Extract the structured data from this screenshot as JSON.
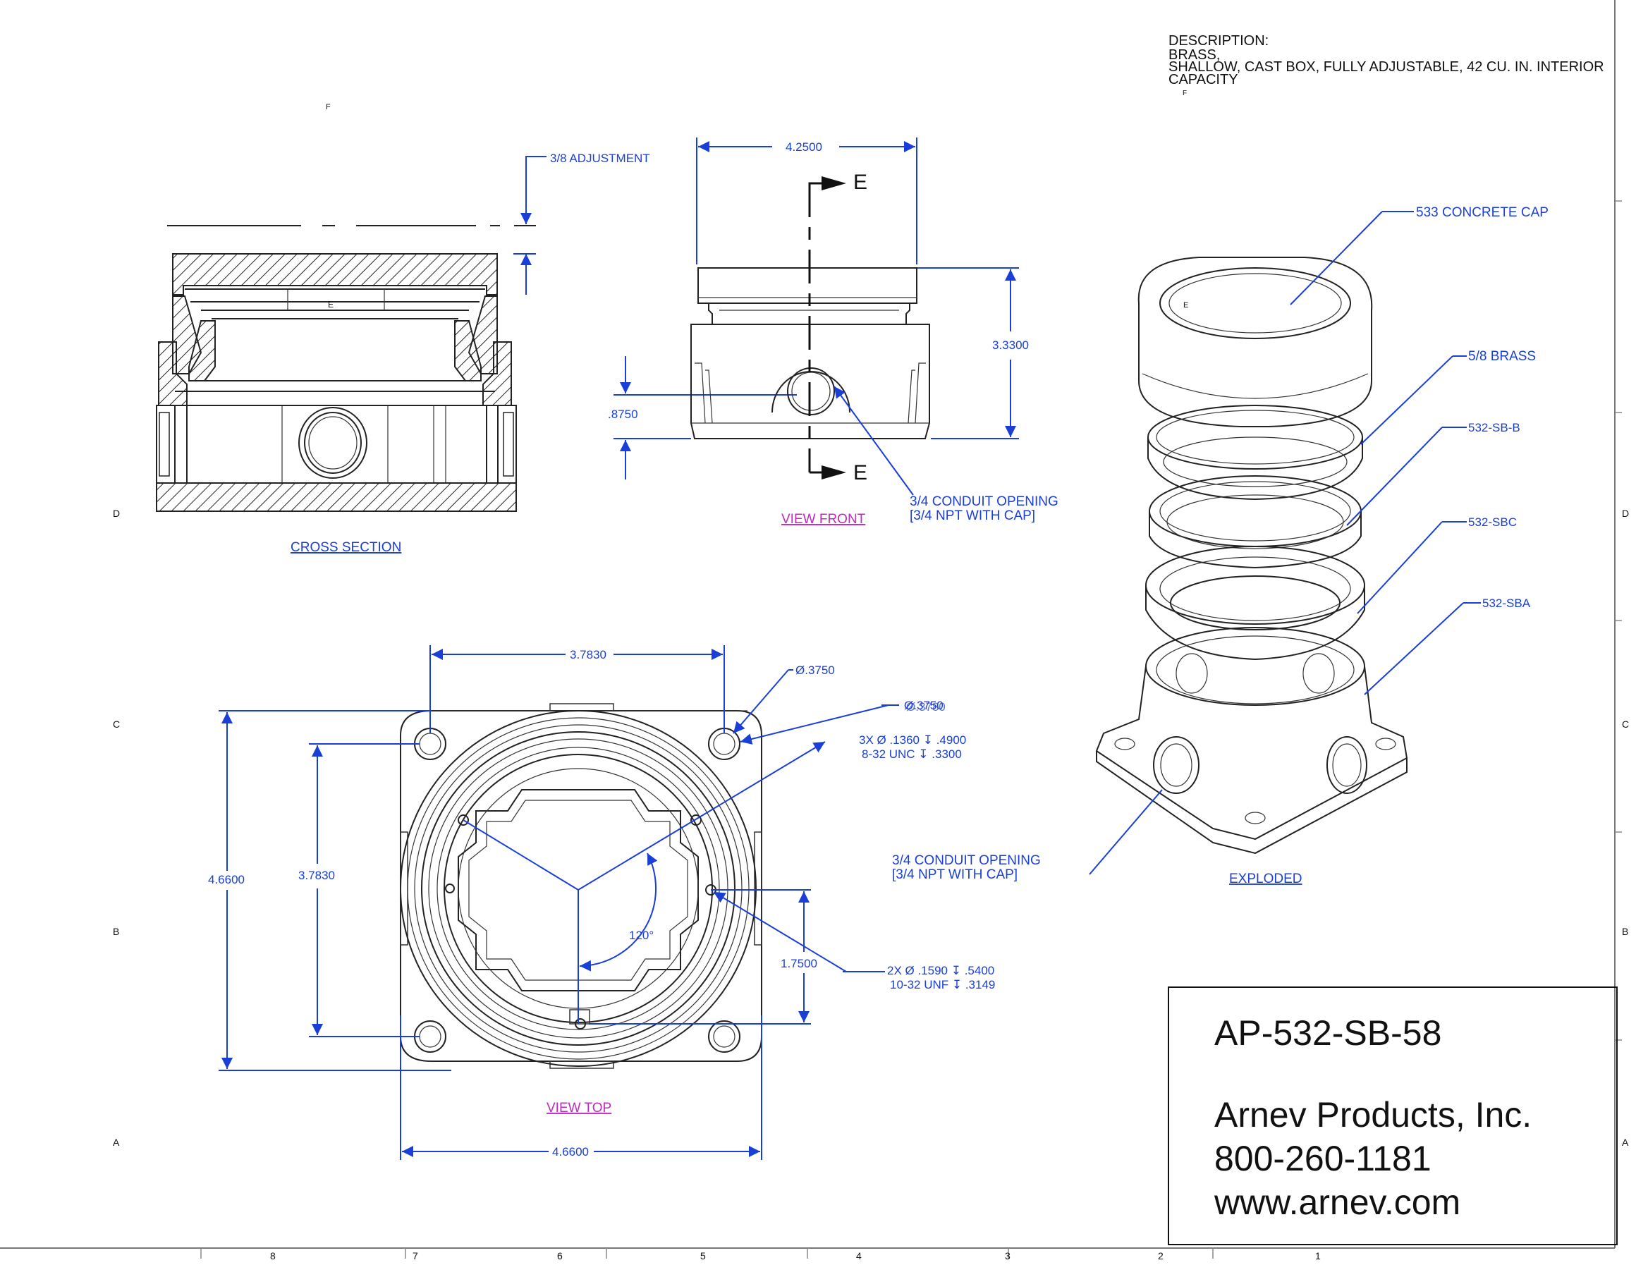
{
  "description": {
    "heading": "DESCRIPTION:",
    "line1": "BRASS,",
    "line2": "SHALLOW, CAST BOX, FULLY ADJUSTABLE, 42 CU. IN. INTERIOR",
    "line3": "CAPACITY"
  },
  "views": {
    "cross_section": "CROSS SECTION",
    "front": "VIEW FRONT",
    "top": "VIEW TOP",
    "exploded": "EXPLODED"
  },
  "section_marker": "E",
  "letter_e": "E",
  "letter_f": "F",
  "dimensions": {
    "adjustment": "3/8 ADJUSTMENT",
    "front_width": "4.2500",
    "front_height": "3.3300",
    "conduit_height": ".8750",
    "top_hole_spacing": "3.7830",
    "top_hole_spacing_vertical": "3.7830",
    "top_overall_height": "4.6600",
    "top_overall_width": "4.6600",
    "hole_dia": "Ø.3750",
    "hole_dia_overlap_a": "Ø.3750",
    "hole_dia_overlap_b": "Ø.3780",
    "tapped_3x_line1": "3X Ø .1360 ↧ .4900",
    "tapped_3x_line2": "8-32 UNC ↧ .3300",
    "tapped_2x_line1": "2X Ø .1590 ↧ .5400",
    "tapped_2x_line2": "10-32 UNF ↧ .3149",
    "angle": "120°",
    "offset": "1.7500"
  },
  "conduit_front": {
    "line1": "3/4 CONDUIT OPENING",
    "line2": "[3/4 NPT WITH CAP]"
  },
  "conduit_exploded": {
    "line1": "3/4 CONDUIT OPENING",
    "line2": "[3/4 NPT WITH CAP]"
  },
  "parts": [
    "533 CONCRETE CAP",
    "5/8 BRASS",
    "532-SB-B",
    "532-SBC",
    "532-SBA"
  ],
  "zones": {
    "rows": [
      "D",
      "C",
      "B",
      "A"
    ],
    "cols": [
      "8",
      "7",
      "6",
      "5",
      "4",
      "3",
      "2",
      "1"
    ]
  },
  "title_block": {
    "part_number": "AP-532-SB-58",
    "company": "Arnev Products, Inc.",
    "phone": "800-260-1181",
    "website": "www.arnev.com"
  },
  "colors": {
    "dimension": "#1a3fd6",
    "view_label": "#1a3fd6",
    "view_label_alt": "#c02ac0",
    "geometry": "#222222"
  }
}
